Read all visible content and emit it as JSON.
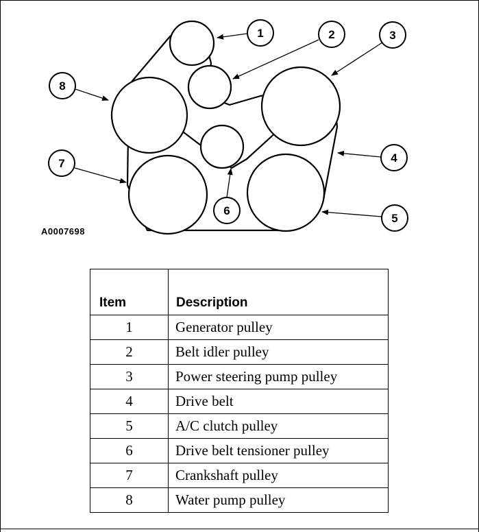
{
  "figure_id": "A0007698",
  "callouts": [
    "1",
    "2",
    "3",
    "4",
    "5",
    "6",
    "7",
    "8"
  ],
  "table": {
    "headers": {
      "item": "Item",
      "description": "Description"
    },
    "rows": [
      {
        "item": "1",
        "description": "Generator pulley"
      },
      {
        "item": "2",
        "description": "Belt idler pulley"
      },
      {
        "item": "3",
        "description": "Power steering pump pulley"
      },
      {
        "item": "4",
        "description": "Drive belt"
      },
      {
        "item": "5",
        "description": "A/C clutch pulley"
      },
      {
        "item": "6",
        "description": "Drive belt tensioner pulley"
      },
      {
        "item": "7",
        "description": "Crankshaft pulley"
      },
      {
        "item": "8",
        "description": "Water pump pulley"
      }
    ]
  }
}
